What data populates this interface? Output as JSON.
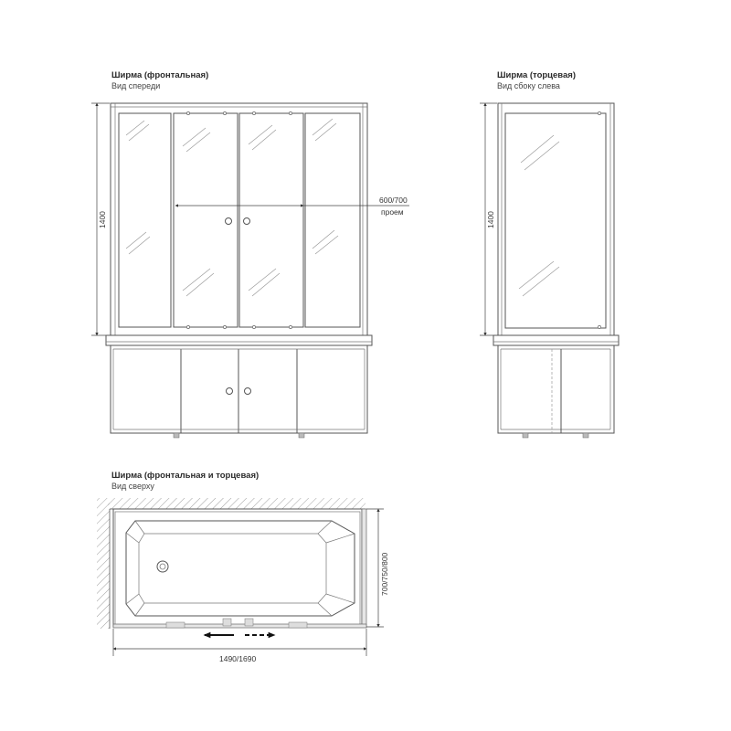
{
  "front_view": {
    "title": "Ширма (фронтальная)",
    "subtitle": "Вид спереди",
    "height_dim": "1400",
    "opening_dim": "600/700",
    "opening_label": "проем"
  },
  "side_view": {
    "title": "Ширма (торцевая)",
    "subtitle": "Вид сбоку слева",
    "height_dim": "1400"
  },
  "top_view": {
    "title": "Ширма (фронтальная и торцевая)",
    "subtitle": "Вид сверху",
    "width_dim": "700/750/800",
    "length_dim": "1490/1690"
  }
}
